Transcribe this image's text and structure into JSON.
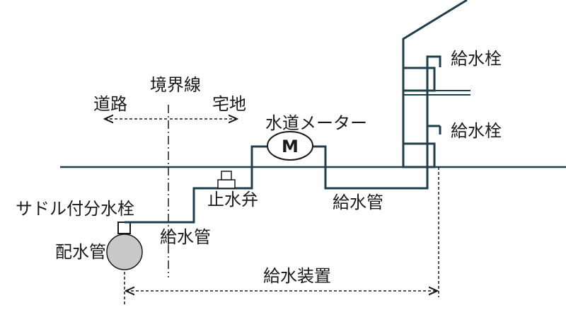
{
  "labels": {
    "boundary": "境界線",
    "road": "道路",
    "residential": "宅地",
    "water_meter": "水道メーター",
    "meter_symbol": "M",
    "saddle_tap": "サドル付分水栓",
    "stop_valve": "止水弁",
    "supply_pipe_left": "給水管",
    "supply_pipe_right": "給水管",
    "distribution_main": "配水管",
    "faucet_upper": "給水栓",
    "faucet_lower": "給水栓",
    "supply_equipment": "給水装置"
  },
  "colors": {
    "pipe": "#1f3f4c",
    "main_fill": "#c8c8c8",
    "line": "#1a1a1a"
  }
}
